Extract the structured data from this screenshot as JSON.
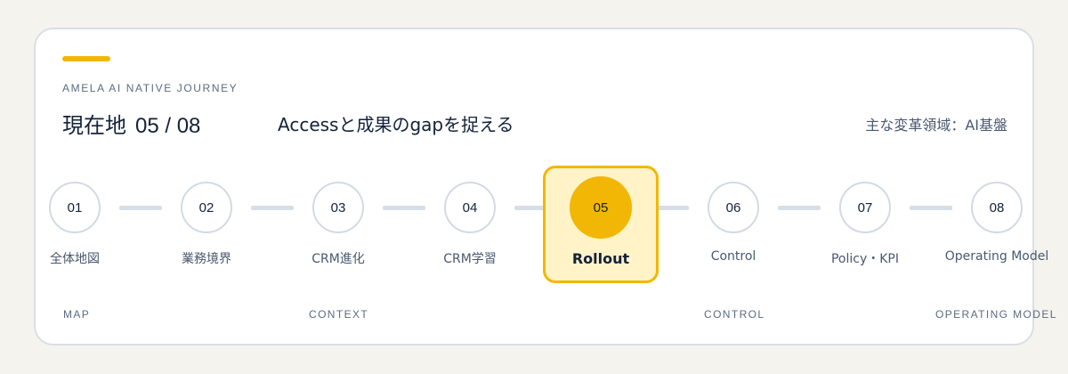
{
  "journey": {
    "eyebrow": "AMELA AI NATIVE JOURNEY",
    "location_label": "現在地",
    "location_value": "05 / 08",
    "headline": "Accessと成果のgapを捉える",
    "focus": "主な変革領域：AI基盤"
  },
  "steps": [
    {
      "number": "01",
      "label": "全体地図"
    },
    {
      "number": "02",
      "label": "業務境界"
    },
    {
      "number": "03",
      "label": "CRM進化"
    },
    {
      "number": "04",
      "label": "CRM学習"
    },
    {
      "number": "05",
      "label": "Rollout",
      "active": true
    },
    {
      "number": "06",
      "label": "Control"
    },
    {
      "number": "07",
      "label": "Policy・KPI"
    },
    {
      "number": "08",
      "label": "Operating Model"
    }
  ],
  "phases": [
    "MAP",
    "CONTEXT",
    "CONTROL",
    "OPERATING MODEL"
  ],
  "colors": {
    "accent": "#f2b705",
    "active_fill": "#fff3c7",
    "connector": "#d8dee7"
  }
}
